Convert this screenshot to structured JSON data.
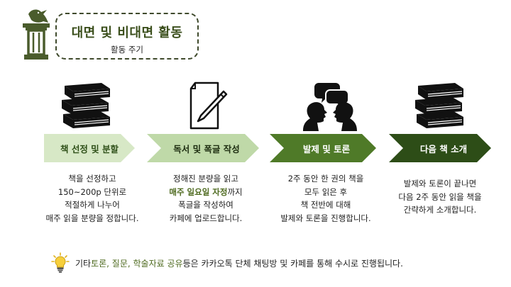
{
  "header": {
    "title": "대면 및 비대면 활동",
    "subtitle": "활동 주기"
  },
  "steps": [
    {
      "label": "책 선정 및 분할",
      "icon": "books-icon",
      "color": "#d7e8c6",
      "text_color": "#2f5019",
      "lines": [
        "책을 선정하고",
        "150~200p 단위로",
        "적절하게 나누어",
        "매주 읽을 분량을 정합니다."
      ]
    },
    {
      "label": "독서 및 폭글 작성",
      "icon": "paper-pencil-icon",
      "color": "#bfd9a8",
      "text_color": "#1f2f12",
      "lines": [
        "정해진 분량을 읽고",
        "까지",
        "폭글을 작성하여",
        "카페에 업로드합니다."
      ],
      "highlight": "매주 일요일 자정"
    },
    {
      "label": "발제 및 토론",
      "icon": "discussion-heads-icon",
      "color": "#4f7a28",
      "text_color": "#ffffff",
      "lines": [
        "2주 동안 한 권의 책을",
        "모두 읽은 후",
        "책 전반에 대해",
        "발제와 토론을 진행합니다."
      ]
    },
    {
      "label": "다음 책 소개",
      "icon": "books-icon",
      "color": "#2d4d17",
      "text_color": "#ffffff",
      "lines": [
        "발제와 토론이 끝나면",
        "다음 2주 동안 읽을 책을",
        "간략하게 소개합니다."
      ]
    }
  ],
  "footer": {
    "icon": "lightbulb-icon",
    "prefix": "기타 ",
    "highlight": "토론, 질문, 학술자료 공유",
    "suffix": " 등은 카카오톡 단체  채팅방 및 카페를 통해 수시로 진행됩니다."
  },
  "logo": {
    "icon": "eagle-pillar-logo",
    "color": "#4a5c2c"
  }
}
